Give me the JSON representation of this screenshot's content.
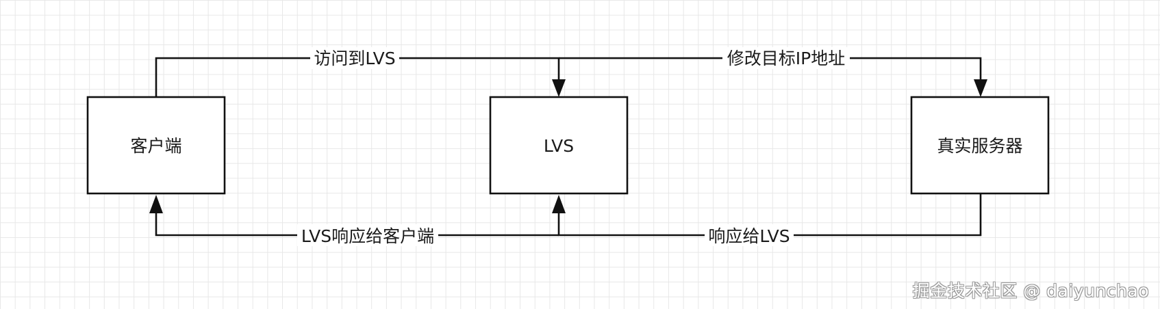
{
  "nodes": {
    "client": "客户端",
    "lvs": "LVS",
    "real_server": "真实服务器"
  },
  "edges": {
    "access_lvs": "访问到LVS",
    "modify_target_ip": "修改目标IP地址",
    "lvs_respond_client": "LVS响应给客户端",
    "respond_lvs": "响应给LVS"
  },
  "watermark": "掘金技术社区 @ daiyunchao"
}
